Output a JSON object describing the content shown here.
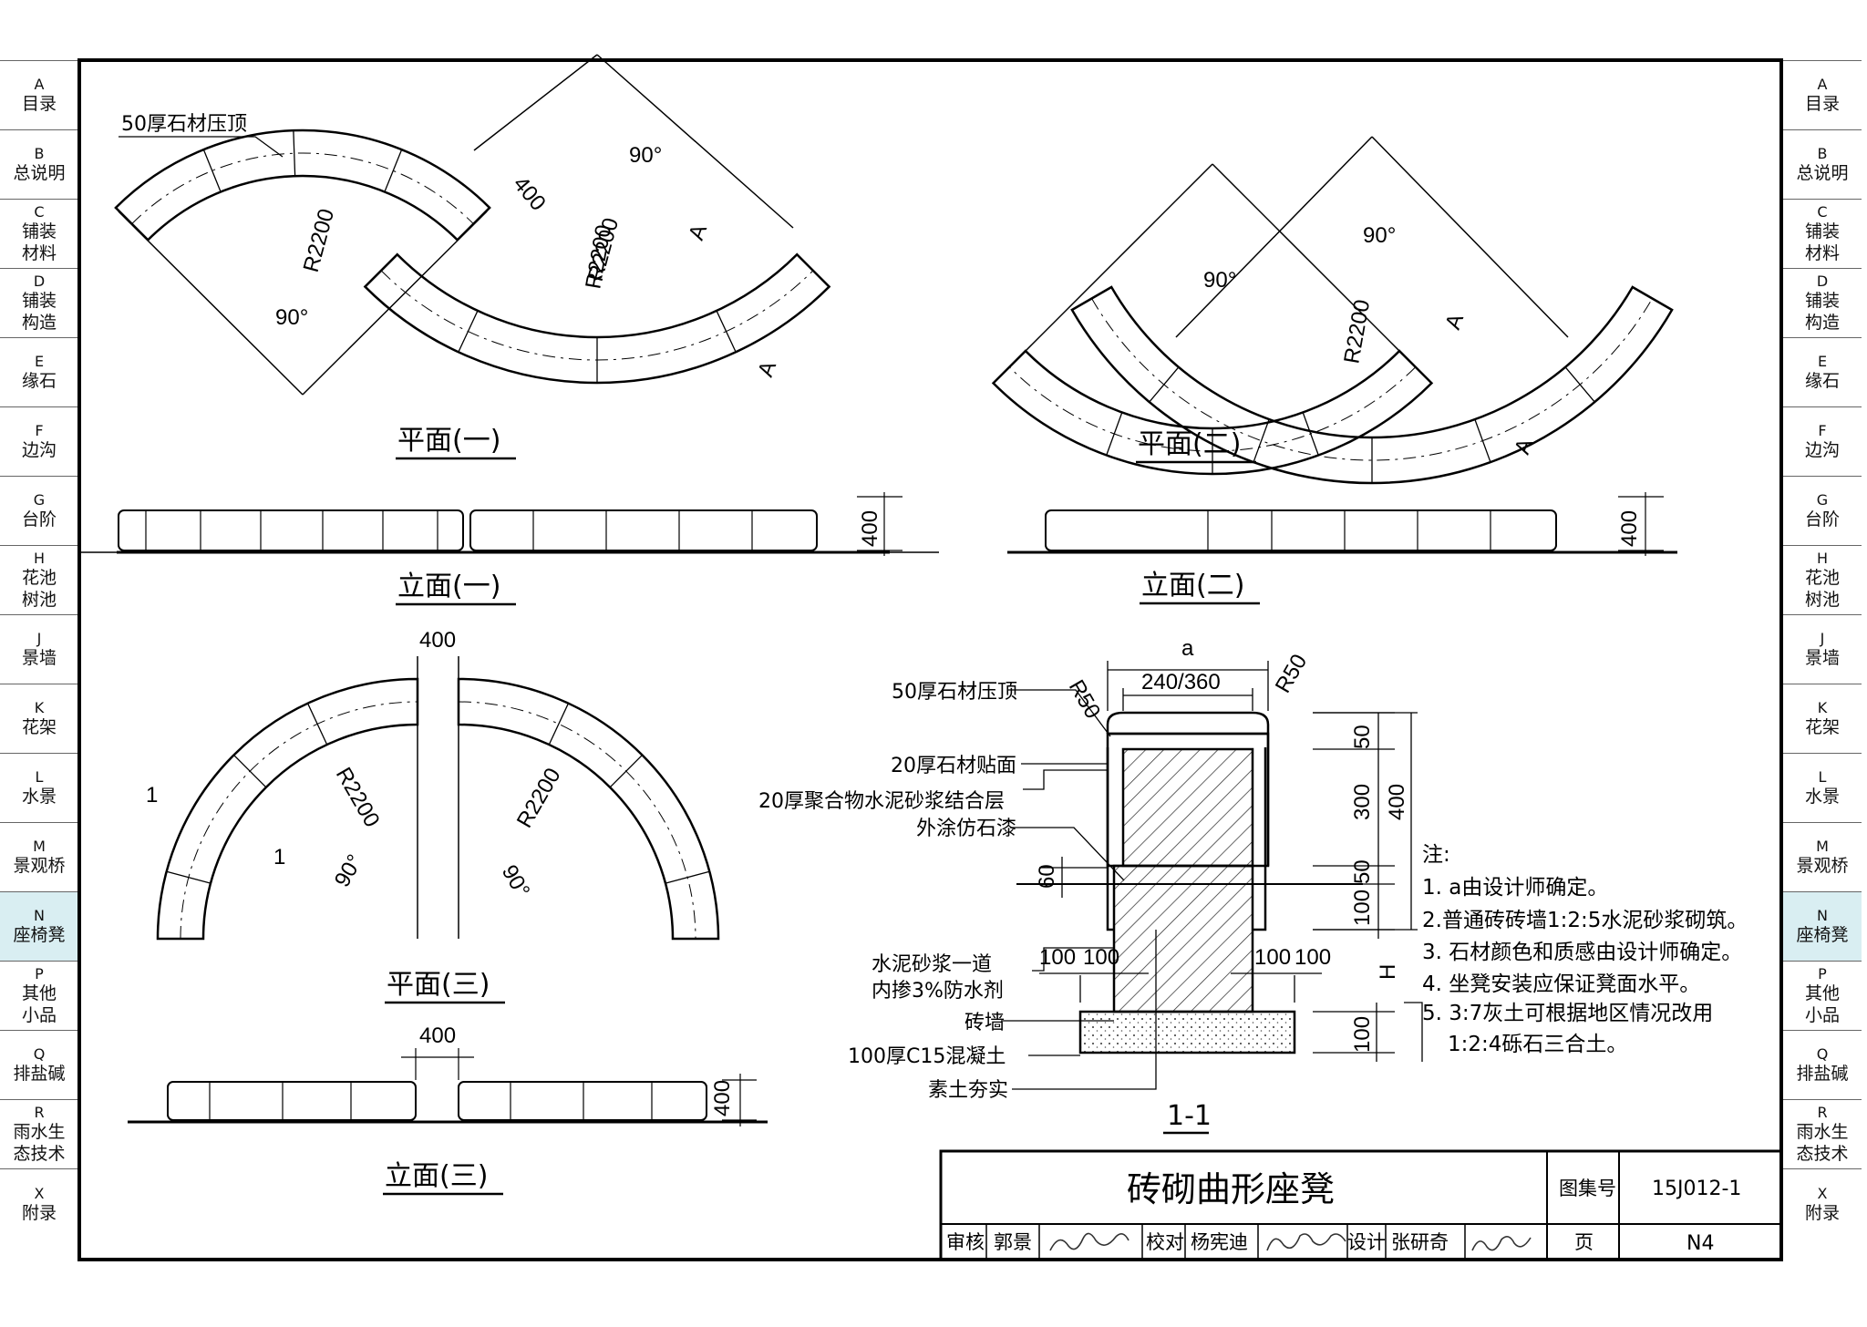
{
  "tabs": [
    {
      "code": "A",
      "label": "目录"
    },
    {
      "code": "B",
      "label": "总说明"
    },
    {
      "code": "C",
      "label": "铺装\n材料"
    },
    {
      "code": "D",
      "label": "铺装\n构造"
    },
    {
      "code": "E",
      "label": "缘石"
    },
    {
      "code": "F",
      "label": "边沟"
    },
    {
      "code": "G",
      "label": "台阶"
    },
    {
      "code": "H",
      "label": "花池\n树池"
    },
    {
      "code": "J",
      "label": "景墙"
    },
    {
      "code": "K",
      "label": "花架"
    },
    {
      "code": "L",
      "label": "水景"
    },
    {
      "code": "M",
      "label": "景观桥"
    },
    {
      "code": "N",
      "label": "座椅凳"
    },
    {
      "code": "P",
      "label": "其他\n小品"
    },
    {
      "code": "Q",
      "label": "排盐碱"
    },
    {
      "code": "R",
      "label": "雨水生\n态技术"
    },
    {
      "code": "X",
      "label": "附录"
    }
  ],
  "active_tab": "N",
  "accent_color": "#d9eef2",
  "drawing": {
    "captions": {
      "plan1": "平面(一)",
      "elev1": "立面(一)",
      "plan2": "平面(二)",
      "elev2": "立面(二)",
      "plan3": "平面(三)",
      "elev3": "立面(三)",
      "section": "1-1"
    },
    "labels": {
      "coping": "50厚石材压顶",
      "facing": "20厚石材贴面",
      "bond": "20厚聚合物水泥砂浆结合层",
      "paint": "外涂仿石漆",
      "mortar1": "水泥砂浆一道",
      "mortar2": "内掺3%防水剂",
      "brick": "砖墙",
      "concrete": "100厚C15混凝土",
      "soil": "素土夯实"
    },
    "dims": {
      "r2200": "R2200",
      "angle": "90°",
      "d400": "400",
      "d100": "100",
      "d300": "300",
      "d50": "50",
      "d60": "60",
      "r50": "R50",
      "a": "a",
      "w": "240/360",
      "h": "H",
      "sec_a": "A",
      "sec_1": "1"
    },
    "notes": [
      "注:",
      "1. a由设计师确定。",
      "2.普通砖砖墙1:2:5水泥砂浆砌筑。",
      "3. 石材颜色和质感由设计师确定。",
      "4. 坐凳安装应保证凳面水平。",
      "5. 3:7灰土可根据地区情况改用",
      "1:2:4砾石三合土。"
    ]
  },
  "title_block": {
    "title": "砖砌曲形座凳",
    "atlas_label": "图集号",
    "atlas_no": "15J012-1",
    "page_label": "页",
    "page_no": "N4",
    "review_label": "审核",
    "reviewer": "郭景",
    "check_label": "校对",
    "checker": "杨宪迪",
    "design_label": "设计",
    "designer": "张研奇"
  }
}
